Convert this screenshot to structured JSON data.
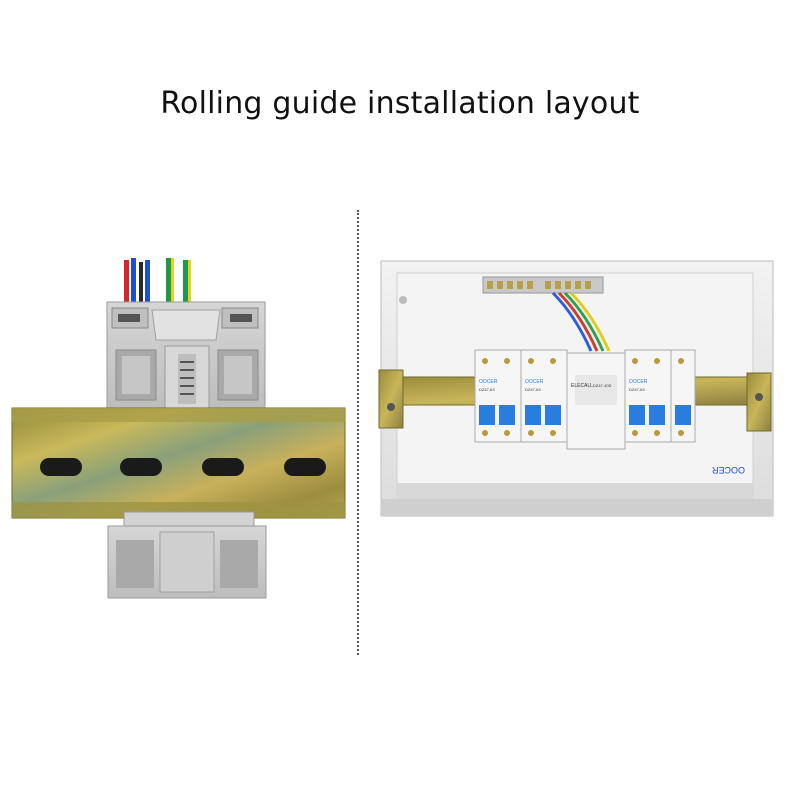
{
  "title": "Rolling guide installation layout",
  "breaker_labels": {
    "brand": "OOCER",
    "model": "DZ47-63",
    "center_brand": "ELECALL",
    "center_model": "DZ47-40D"
  },
  "enclosure_label": "OOCER",
  "colors": {
    "rail": "#b7a74a",
    "device_gray": "#c9c9c9",
    "breaker_blue": "#2a7de0",
    "enclosure": "#e8e8e8"
  }
}
